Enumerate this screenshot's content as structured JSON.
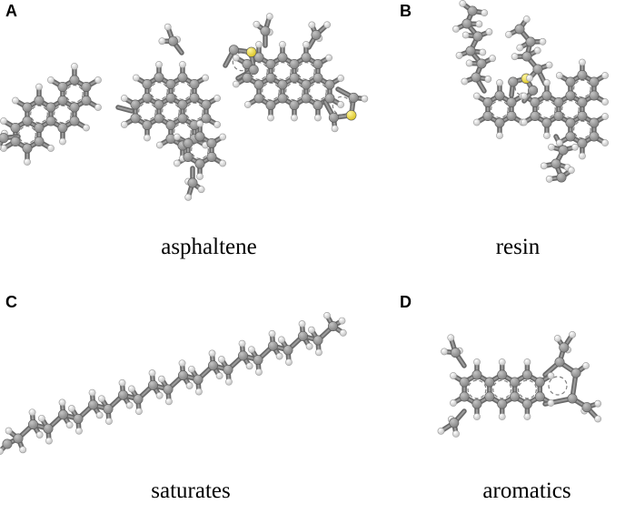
{
  "panels": [
    {
      "letter": "A",
      "label": "asphaltene"
    },
    {
      "letter": "B",
      "label": "resin"
    },
    {
      "letter": "C",
      "label": "saturates"
    },
    {
      "letter": "D",
      "label": "aromatics"
    }
  ],
  "colors": {
    "carbon": "#7d7d7d",
    "hydrogen": "#eeeeee",
    "sulfur": "#f2e02c",
    "bond": "#6a6a6a",
    "background": "#ffffff"
  }
}
